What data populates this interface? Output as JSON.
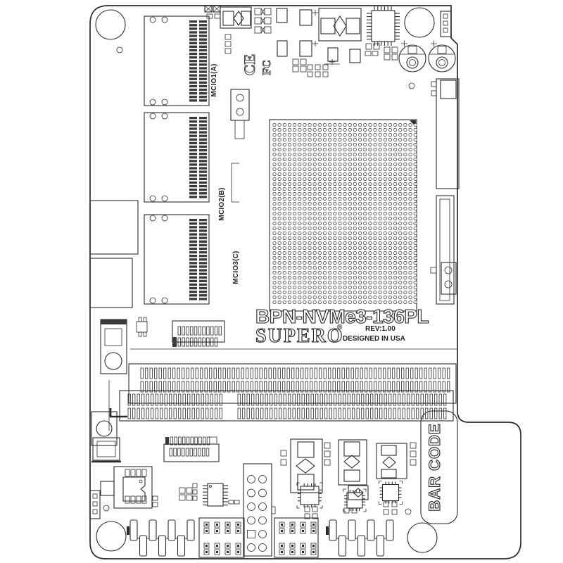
{
  "diagram": {
    "model": "BPN-NVMe3-136PL",
    "brand": "SUPERO",
    "registered_mark": "®",
    "revision": "REV:1.00",
    "designed_in": "DESIGNED IN USA",
    "barcode_label": "BAR CODE",
    "connectors": {
      "mcio_a": "MCIO1(A)",
      "mcio_b": "MCIO2(B)",
      "mcio_c": "MCIO3(C)"
    },
    "cert_marks": {
      "ce": "CE",
      "fcc": "FC"
    },
    "colors": {
      "line": "#2b2b2b",
      "pad_fill": "#3a3a3a",
      "background": "#ffffff"
    }
  }
}
